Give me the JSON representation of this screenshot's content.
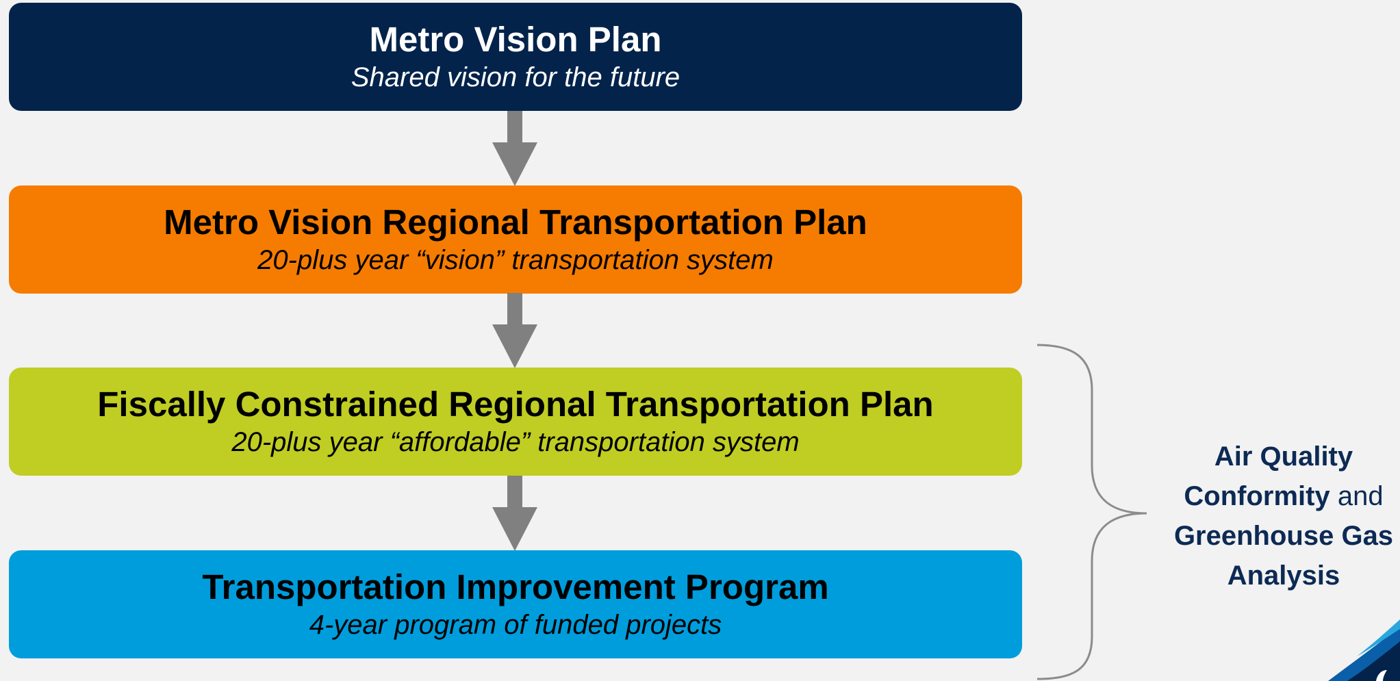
{
  "boxes": [
    {
      "title": "Metro Vision Plan",
      "subtitle": "Shared vision for the future",
      "color": "#03234b"
    },
    {
      "title": "Metro Vision Regional Transportation Plan",
      "subtitle": "20-plus year “vision” transportation system",
      "color": "#f57c00"
    },
    {
      "title": "Fiscally Constrained Regional Transportation Plan",
      "subtitle": "20-plus year “affordable” transportation system",
      "color": "#c0cd22"
    },
    {
      "title": "Transportation Improvement Program",
      "subtitle": "4-year program of funded projects",
      "color": "#009ddc"
    }
  ],
  "side_label": {
    "bold_1": "Air Quality Conformity",
    "normal": " and ",
    "bold_2": "Greenhouse Gas Analysis",
    "color": "#0c2a54"
  },
  "arrow_color": "#808080",
  "brace_color": "#8c8c8c",
  "logo": "drcog-logo-icon"
}
